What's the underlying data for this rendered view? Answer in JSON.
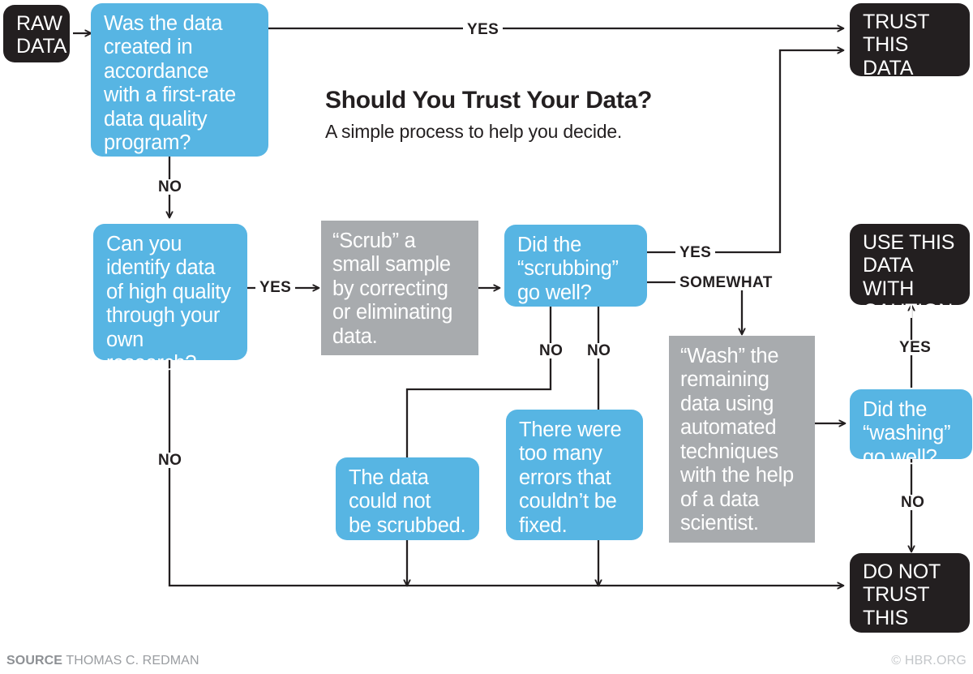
{
  "header": {
    "title": "Should You Trust Your Data?",
    "subtitle": "A simple process to help you decide."
  },
  "nodes": {
    "raw_data": "RAW\nDATA",
    "q_program": "Was the data\ncreated in\naccordance\nwith a first-rate\ndata quality\nprogram?",
    "trust": "TRUST\nTHIS DATA",
    "q_identify": "Can you\nidentify data\nof high quality\nthrough your\nown research?",
    "scrub": "“Scrub” a\nsmall sample\nby correcting\nor eliminating\ndata.",
    "q_scrubbing": "Did the\n“scrubbing”\ngo well?",
    "caution": "USE THIS\nDATA WITH\nCAUTION",
    "not_scrubbed": "The data\ncould not\nbe scrubbed.",
    "too_many_errors": "There were\ntoo many\nerrors that\ncouldn’t be\nfixed.",
    "wash": "“Wash” the\nremaining\ndata using\nautomated\ntechniques\nwith the help\nof a data\nscientist.",
    "q_washing": "Did the\n“washing”\ngo well?",
    "do_not_trust": "DO NOT\nTRUST\nTHIS DATA"
  },
  "edge_labels": {
    "program_yes": "YES",
    "program_no": "NO",
    "identify_yes": "YES",
    "identify_no": "NO",
    "scrubbing_yes": "YES",
    "scrubbing_somewhat": "SOMEWHAT",
    "scrubbing_no_left": "NO",
    "scrubbing_no_right": "NO",
    "washing_yes": "YES",
    "washing_no": "NO"
  },
  "footer": {
    "source_label": "SOURCE",
    "source_name": "THOMAS C. REDMAN",
    "credit": "© HBR.ORG"
  },
  "colors": {
    "blue": "#57b5e3",
    "gray": "#a8abae",
    "black": "#231f20",
    "white": "#ffffff",
    "footer_gray": "#9a9da1"
  },
  "chart_data": {
    "type": "flowchart",
    "title": "Should You Trust Your Data?",
    "subtitle": "A simple process to help you decide.",
    "nodes": [
      {
        "id": "raw_data",
        "label": "RAW DATA",
        "shape": "rounded-rect",
        "style": "black"
      },
      {
        "id": "q_program",
        "label": "Was the data created in accordance with a first-rate data quality program?",
        "shape": "rounded-rect",
        "style": "blue-decision"
      },
      {
        "id": "trust",
        "label": "TRUST THIS DATA",
        "shape": "rounded-rect",
        "style": "black-outcome"
      },
      {
        "id": "q_identify",
        "label": "Can you identify data of high quality through your own research?",
        "shape": "rounded-rect",
        "style": "blue-decision"
      },
      {
        "id": "scrub",
        "label": "“Scrub” a small sample by correcting or eliminating data.",
        "shape": "rect",
        "style": "gray-action"
      },
      {
        "id": "q_scrubbing",
        "label": "Did the “scrubbing” go well?",
        "shape": "rounded-rect",
        "style": "blue-decision"
      },
      {
        "id": "caution",
        "label": "USE THIS DATA WITH CAUTION",
        "shape": "rounded-rect",
        "style": "black-outcome"
      },
      {
        "id": "not_scrubbed",
        "label": "The data could not be scrubbed.",
        "shape": "rounded-rect",
        "style": "blue-state"
      },
      {
        "id": "too_many_errors",
        "label": "There were too many errors that couldn’t be fixed.",
        "shape": "rounded-rect",
        "style": "blue-state"
      },
      {
        "id": "wash",
        "label": "“Wash” the remaining data using automated techniques with the help of a data scientist.",
        "shape": "rect",
        "style": "gray-action"
      },
      {
        "id": "q_washing",
        "label": "Did the “washing” go well?",
        "shape": "rounded-rect",
        "style": "blue-decision"
      },
      {
        "id": "do_not_trust",
        "label": "DO NOT TRUST THIS DATA",
        "shape": "rounded-rect",
        "style": "black-outcome"
      }
    ],
    "edges": [
      {
        "from": "raw_data",
        "to": "q_program",
        "label": ""
      },
      {
        "from": "q_program",
        "to": "trust",
        "label": "YES"
      },
      {
        "from": "q_program",
        "to": "q_identify",
        "label": "NO"
      },
      {
        "from": "q_identify",
        "to": "scrub",
        "label": "YES"
      },
      {
        "from": "q_identify",
        "to": "do_not_trust",
        "label": "NO"
      },
      {
        "from": "scrub",
        "to": "q_scrubbing",
        "label": ""
      },
      {
        "from": "q_scrubbing",
        "to": "trust",
        "label": "YES"
      },
      {
        "from": "q_scrubbing",
        "to": "wash",
        "label": "SOMEWHAT"
      },
      {
        "from": "q_scrubbing",
        "to": "not_scrubbed",
        "label": "NO"
      },
      {
        "from": "q_scrubbing",
        "to": "too_many_errors",
        "label": "NO"
      },
      {
        "from": "not_scrubbed",
        "to": "do_not_trust",
        "label": ""
      },
      {
        "from": "too_many_errors",
        "to": "do_not_trust",
        "label": ""
      },
      {
        "from": "wash",
        "to": "q_washing",
        "label": ""
      },
      {
        "from": "q_washing",
        "to": "caution",
        "label": "YES"
      },
      {
        "from": "q_washing",
        "to": "do_not_trust",
        "label": "NO"
      }
    ]
  }
}
